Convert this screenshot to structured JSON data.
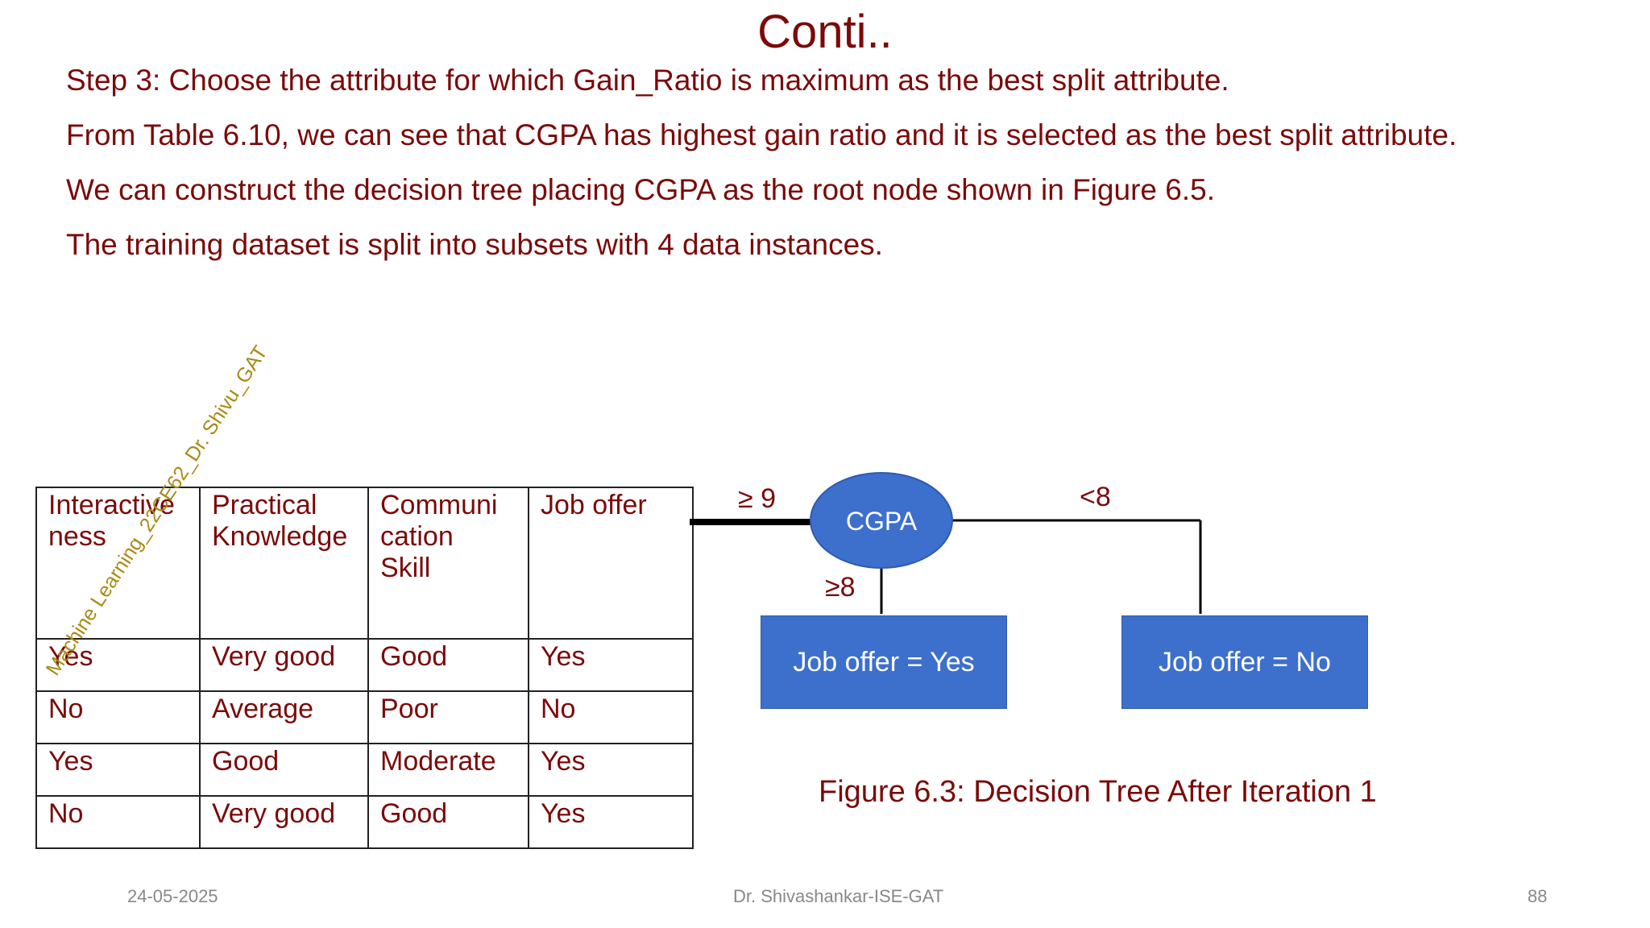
{
  "slide": {
    "title": "Conti..",
    "bullets": [
      "Step 3: Choose the attribute for which Gain_Ratio is maximum as the best split attribute.",
      "From Table 6.10, we can see that CGPA has highest gain ratio and it is selected as the best split  attribute.",
      "We can construct the decision tree placing CGPA as the root node shown in Figure 6.5.",
      "The training dataset is split into subsets with 4 data instances."
    ],
    "watermark": "Machine Learning_22CE62_Dr. Shivu_GAT"
  },
  "table": {
    "headers": [
      "Interactive\nness",
      "Practical\nKnowledge",
      "Communi\ncation\nSkill",
      "Job offer"
    ],
    "rows": [
      [
        "Yes",
        "Very good",
        "Good",
        "Yes"
      ],
      [
        "No",
        "Average",
        "Poor",
        "No"
      ],
      [
        "Yes",
        "Good",
        "Moderate",
        "Yes"
      ],
      [
        "No",
        "Very good",
        "Good",
        "Yes"
      ]
    ]
  },
  "tree": {
    "root": "CGPA",
    "edge_left": "≥ 9",
    "edge_mid": "≥8",
    "edge_right": "<8",
    "leaf_yes": "Job offer = Yes",
    "leaf_no": "Job offer = No",
    "node_color": "#3d6fcc"
  },
  "caption": "Figure 6.3: Decision Tree After Iteration 1",
  "footer": {
    "date": "24-05-2025",
    "author": "Dr. Shivashankar-ISE-GAT",
    "page": "88"
  }
}
